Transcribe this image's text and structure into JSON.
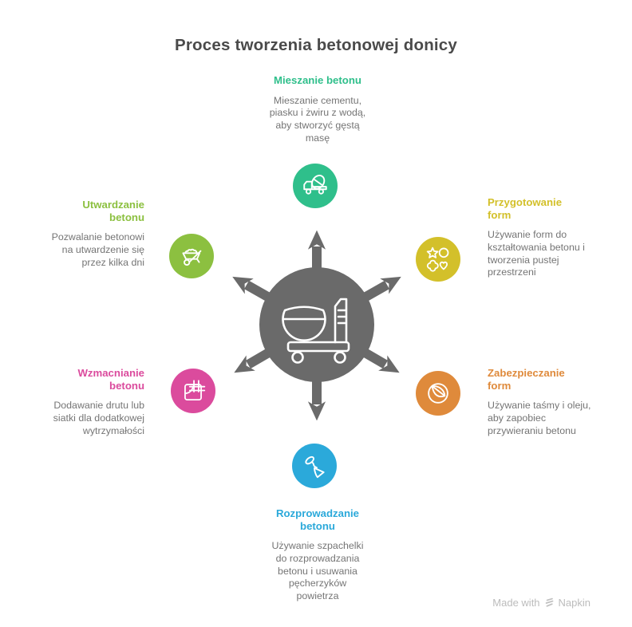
{
  "title": "Proces tworzenia betonowej donicy",
  "center": {
    "icon": "concrete-mixer-icon",
    "color": "#6a6a6a"
  },
  "nodes": [
    {
      "label": "Mieszanie betonu",
      "description": "Mieszanie cementu,\npiasku i żwiru z wodą,\naby stworzyć gęstą\nmasę",
      "color": "#2fbf8b",
      "icon": "concrete-mixer-truck-icon",
      "position": "top"
    },
    {
      "label": "Przygotowanie\nform",
      "description": "Używanie form do\nkształtowania betonu i\ntworzenia pustej\nprzestrzeni",
      "color": "#d3c02a",
      "icon": "shapes-icon",
      "position": "right-top"
    },
    {
      "label": "Zabezpieczanie\nform",
      "description": "Używanie taśmy i oleju,\naby zapobiec\nprzywieraniu betonu",
      "color": "#df8a3b",
      "icon": "tape-roll-icon",
      "position": "right-bottom"
    },
    {
      "label": "Rozprowadzanie\nbetonu",
      "description": "Używanie szpachelki\ndo rozprowadzania\nbetonu i usuwania\npęcherzyków\npowietrza",
      "color": "#2ba9da",
      "icon": "trowel-icon",
      "position": "bottom"
    },
    {
      "label": "Wzmacnianie\nbetonu",
      "description": "Dodawanie drutu lub\nsiatki dla dodatkowej\nwytrzymałości",
      "color": "#db4b9d",
      "icon": "reinforcement-mesh-icon",
      "position": "left-bottom"
    },
    {
      "label": "Utwardzanie\nbetonu",
      "description": "Pozwalanie betonowi\nna utwardzenie się\nprzez kilka dni",
      "color": "#8cc040",
      "icon": "wheelbarrow-icon",
      "position": "left-top"
    }
  ],
  "watermark": {
    "label": "Made with",
    "brand": "Napkin"
  }
}
